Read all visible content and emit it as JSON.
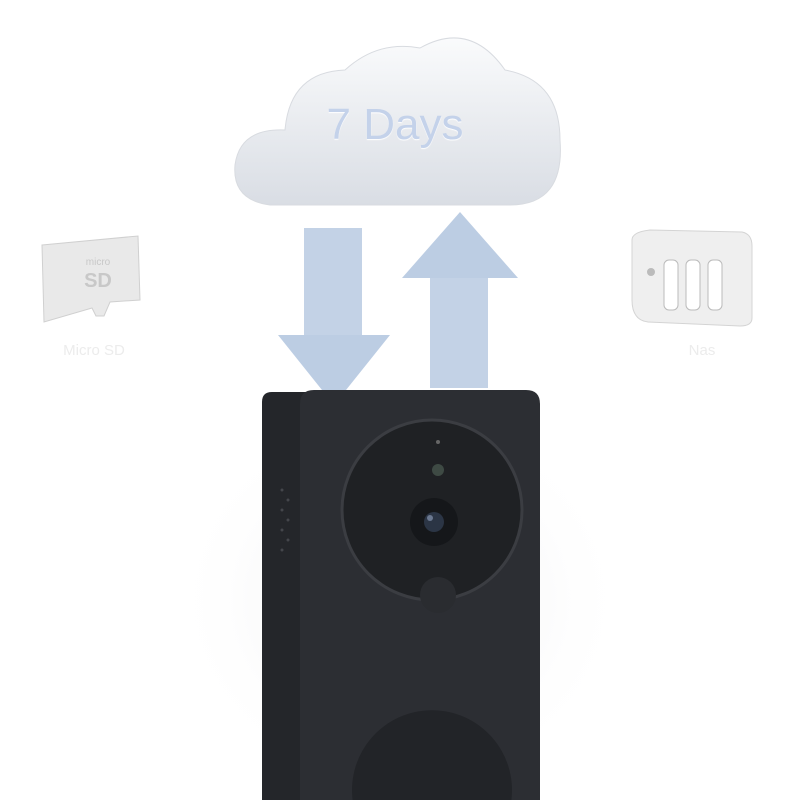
{
  "cloud": {
    "text": "7 Days"
  },
  "storage_left": {
    "label": "Micro SD",
    "card_text_top": "micro",
    "card_text_bottom": "SD"
  },
  "storage_right": {
    "label": "Nas"
  },
  "colors": {
    "arrow": "#bccde3",
    "device": "#2b2d31",
    "cloud": "#eceef2"
  }
}
